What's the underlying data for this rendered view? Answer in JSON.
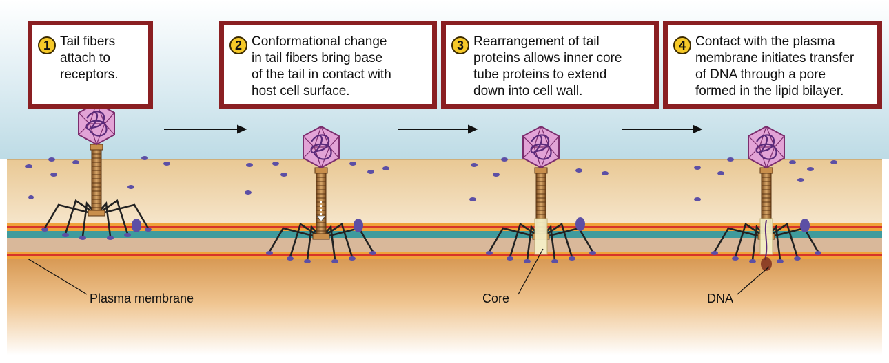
{
  "steps": [
    {
      "number": "1",
      "text": "Tail fibers\nattach to\nreceptors."
    },
    {
      "number": "2",
      "text": "Conformational change\nin tail fibers bring base\nof the tail in contact with\nhost cell surface."
    },
    {
      "number": "3",
      "text": "Rearrangement of tail\nproteins allows inner core\ntube proteins to extend\ndown into cell wall."
    },
    {
      "number": "4",
      "text": "Contact with the plasma\nmembrane initiates transfer\nof DNA through a pore\nformed in the lipid bilayer."
    }
  ],
  "callouts": {
    "plasma_membrane": "Plasma membrane",
    "core": "Core",
    "dna": "DNA"
  },
  "colors": {
    "box_border": "#8a1f22",
    "number_badge": "#f6c928",
    "capsid": "#e2a3d6",
    "dna": "#5a2a7a",
    "tail": "#b07a3c",
    "receptor": "#5c4fa5",
    "membrane_orange": "#f0a23a",
    "membrane_teal": "#3f9b9d",
    "sky": "#cfe7ee",
    "cell_wall": "#efcf9c"
  },
  "icons": [
    "bacteriophage-icon",
    "arrow-right-icon",
    "receptor-icon"
  ]
}
